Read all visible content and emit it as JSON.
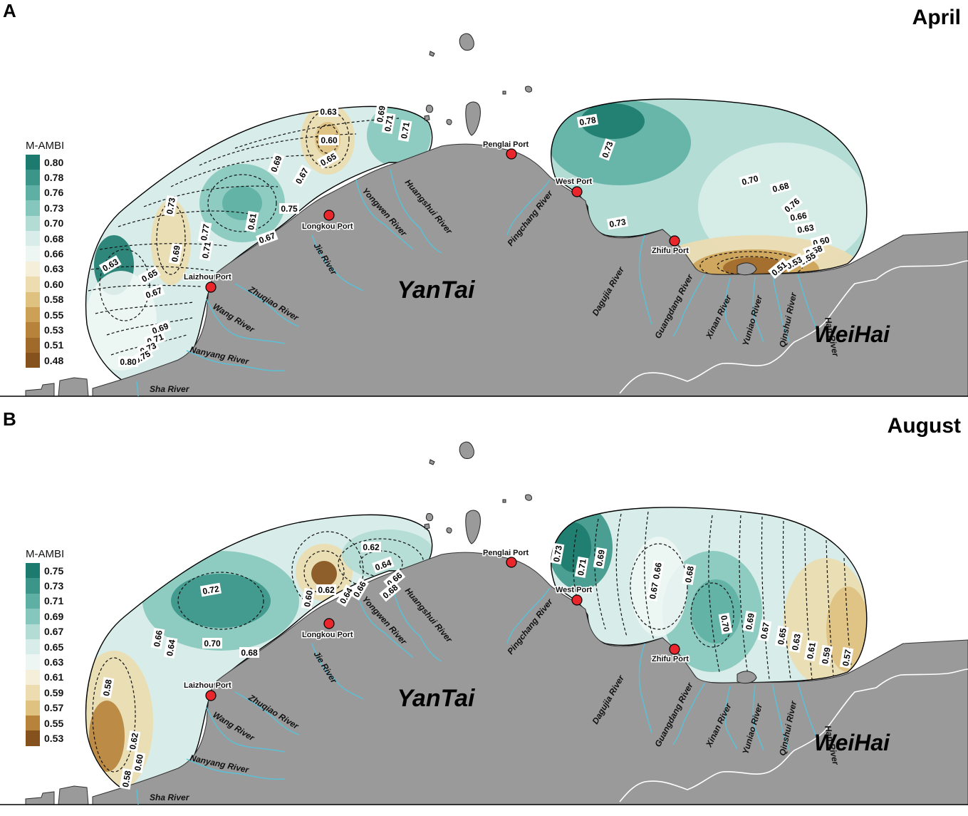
{
  "legend_title": "M-AMBI",
  "cities": [
    "YanTai",
    "WeiHai"
  ],
  "ports": [
    "Penglai Port",
    "West Port",
    "Longkou Port",
    "Laizhou Port",
    "Zhifu Port"
  ],
  "rivers": [
    "Sha River",
    "Nanyang River",
    "Wang River",
    "Zhuqiao River",
    "Jie River",
    "Yongwen River",
    "Huangshui River",
    "Pingchang River",
    "Dagujia River",
    "Guangdang River",
    "Xinan River",
    "Yuniao River",
    "Qinshui River",
    "Han River"
  ],
  "colors": {
    "land": "#9a9a9a",
    "river": "#5bc0d6",
    "port": "#e8262b",
    "high": "#1c7b6e",
    "low": "#8c5a1f"
  },
  "panels": [
    {
      "letter": "A",
      "month": "April",
      "legend": [
        {
          "label": "0.80",
          "color": "#1c7b6e"
        },
        {
          "label": "0.78",
          "color": "#3b9588"
        },
        {
          "label": "0.76",
          "color": "#5fb0a4"
        },
        {
          "label": "0.73",
          "color": "#86c7bd"
        },
        {
          "label": "0.70",
          "color": "#b3dcd5"
        },
        {
          "label": "0.68",
          "color": "#d8ede9"
        },
        {
          "label": "0.66",
          "color": "#eef6f4"
        },
        {
          "label": "0.63",
          "color": "#f5eed9"
        },
        {
          "label": "0.60",
          "color": "#ecdcaf"
        },
        {
          "label": "0.58",
          "color": "#dfc180"
        },
        {
          "label": "0.55",
          "color": "#cca155"
        },
        {
          "label": "0.53",
          "color": "#b7833b"
        },
        {
          "label": "0.51",
          "color": "#a06a2a"
        },
        {
          "label": "0.48",
          "color": "#85511c"
        }
      ],
      "contour_labels": [
        "0.63",
        "0.60",
        "0.69",
        "0.71",
        "0.73",
        "0.71",
        "0.69",
        "0.67",
        "0.65",
        "0.75",
        "0.67",
        "0.61",
        "0.73",
        "0.69",
        "0.71",
        "0.77",
        "0.63",
        "0.65",
        "0.67",
        "0.69",
        "0.71",
        "0.73",
        "0.75",
        "0.80",
        "0.78",
        "0.73",
        "0.70",
        "0.68",
        "0.76",
        "0.66",
        "0.63",
        "0.73",
        "0.60",
        "0.58",
        "0.55",
        "0.53",
        "0.51"
      ]
    },
    {
      "letter": "B",
      "month": "August",
      "legend": [
        {
          "label": "0.75",
          "color": "#1c7b6e"
        },
        {
          "label": "0.73",
          "color": "#3b9588"
        },
        {
          "label": "0.71",
          "color": "#5fb0a4"
        },
        {
          "label": "0.69",
          "color": "#86c7bd"
        },
        {
          "label": "0.67",
          "color": "#b3dcd5"
        },
        {
          "label": "0.65",
          "color": "#d8ede9"
        },
        {
          "label": "0.63",
          "color": "#eef6f4"
        },
        {
          "label": "0.61",
          "color": "#f5eed9"
        },
        {
          "label": "0.59",
          "color": "#ecdcaf"
        },
        {
          "label": "0.57",
          "color": "#dfc180"
        },
        {
          "label": "0.55",
          "color": "#b7833b"
        },
        {
          "label": "0.53",
          "color": "#85511c"
        }
      ],
      "contour_labels": [
        "0.62",
        "0.64",
        "0.66",
        "0.68",
        "0.72",
        "0.62",
        "0.60",
        "0.64",
        "0.66",
        "0.70",
        "0.68",
        "0.66",
        "0.64",
        "0.58",
        "0.62",
        "0.60",
        "0.58",
        "0.73",
        "0.71",
        "0.69",
        "0.66",
        "0.68",
        "0.67",
        "0.70",
        "0.69",
        "0.67",
        "0.65",
        "0.63",
        "0.61",
        "0.59",
        "0.57"
      ]
    }
  ]
}
